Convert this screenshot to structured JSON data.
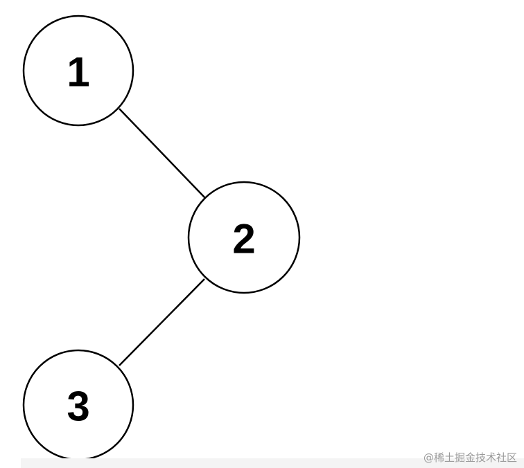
{
  "diagram": {
    "nodes": [
      {
        "id": "1",
        "label": "1"
      },
      {
        "id": "2",
        "label": "2"
      },
      {
        "id": "3",
        "label": "3"
      }
    ],
    "edges": [
      {
        "from": "1",
        "to": "2"
      },
      {
        "from": "2",
        "to": "3"
      }
    ]
  },
  "watermark": {
    "text": "@稀土掘金技术社区"
  },
  "colors": {
    "stroke": "#000000",
    "fill": "#ffffff",
    "watermark": "#9a9a9a"
  }
}
